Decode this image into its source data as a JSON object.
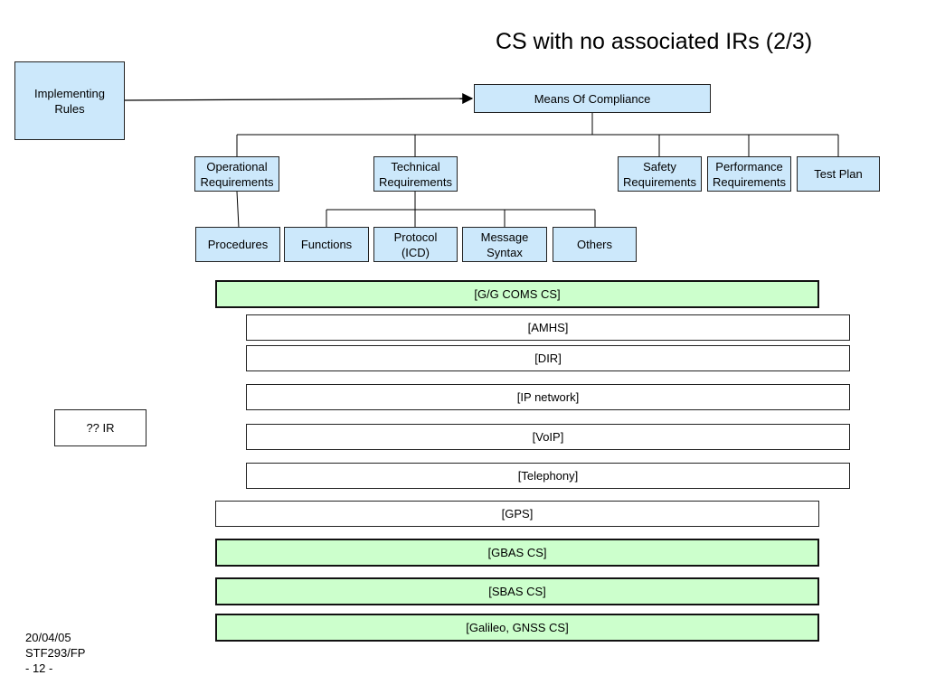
{
  "title": "CS with no associated IRs (2/3)",
  "implementing_rules": "Implementing\nRules",
  "means_of_compliance": "Means Of Compliance",
  "level2": {
    "operational": "Operational\nRequirements",
    "technical": "Technical\nRequirements",
    "safety": "Safety\nRequirements",
    "performance": "Performance\nRequirements",
    "test_plan": "Test Plan"
  },
  "level3": {
    "procedures": "Procedures",
    "functions": "Functions",
    "protocol": "Protocol\n(ICD)",
    "message_syntax": "Message\nSyntax",
    "others": "Others"
  },
  "cs_items": {
    "gg_coms": "[G/G COMS CS]",
    "amhs": "[AMHS]",
    "dir": "[DIR]",
    "ip_network": "[IP network]",
    "voip": "[VoIP]",
    "telephony": "[Telephony]",
    "gps": "[GPS]",
    "gbas": "[GBAS CS]",
    "sbas": "[SBAS CS]",
    "galileo": "[Galileo, GNSS CS]"
  },
  "ir_unknown": "?? IR",
  "footer": {
    "date": "20/04/05",
    "ref": "STF293/FP",
    "page": "- 12 -"
  },
  "colors": {
    "light_blue": "#cce8fb",
    "light_green": "#ccffcc"
  }
}
